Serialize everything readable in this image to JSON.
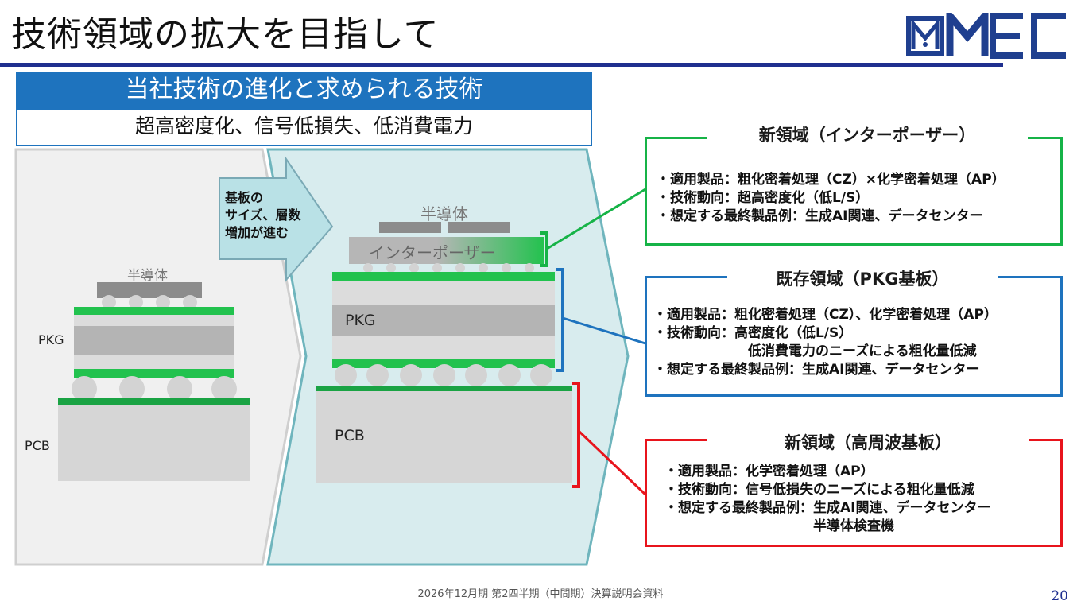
{
  "header": {
    "title": "技術領域の拡大を目指して",
    "logo_text": "MMEC"
  },
  "panel": {
    "heading": "当社技術の進化と求められる技術",
    "subheading": "超高密度化、信号低損失、低消費電力"
  },
  "diagram": {
    "arrow_text": [
      "基板の",
      "サイズ、層数",
      "増加が進む"
    ],
    "left": {
      "semiconductor": "半導体",
      "pkg": "PKG",
      "pcb": "PCB"
    },
    "right": {
      "semiconductor": "半導体",
      "interposer": "インターポーザー",
      "pkg": "PKG",
      "pcb": "PCB"
    }
  },
  "boxes": [
    {
      "title": "新領域（インターポーザー）",
      "color": "#16b347",
      "lines": [
        "・適用製品：粗化密着処理（CZ）×化学密着処理（AP）",
        "・技術動向：超高密度化（低L/S）",
        "・想定する最終製品例：生成AI関連、データセンター"
      ]
    },
    {
      "title": "既存領域（PKG基板）",
      "color": "#1e73be",
      "lines": [
        "・適用製品：粗化密着処理（CZ）、化学密着処理（AP）",
        "・技術動向：高密度化（低L/S）",
        "　　　　　　　低消費電力のニーズによる粗化量低減",
        "・想定する最終製品例：生成AI関連、データセンター"
      ]
    },
    {
      "title": "新領域（高周波基板）",
      "color": "#e8141c",
      "lines": [
        "・適用製品：化学密着処理（AP）",
        "・技術動向：信号低損失のニーズによる粗化量低減",
        "・想定する最終製品例：生成AI関連、データセンター",
        "　　　　　　　　　　　半導体検査機"
      ]
    }
  ],
  "footer": {
    "text": "2026年12月期 第2四半期（中間期）決算説明会資料",
    "page_number": "20"
  },
  "colors": {
    "title_rule": "#1f2f8f",
    "panel_blue": "#1e73be",
    "green": "#16b347",
    "red": "#e8141c",
    "teal_area": "#d8ecee",
    "grey_area": "#f0f0f0"
  }
}
